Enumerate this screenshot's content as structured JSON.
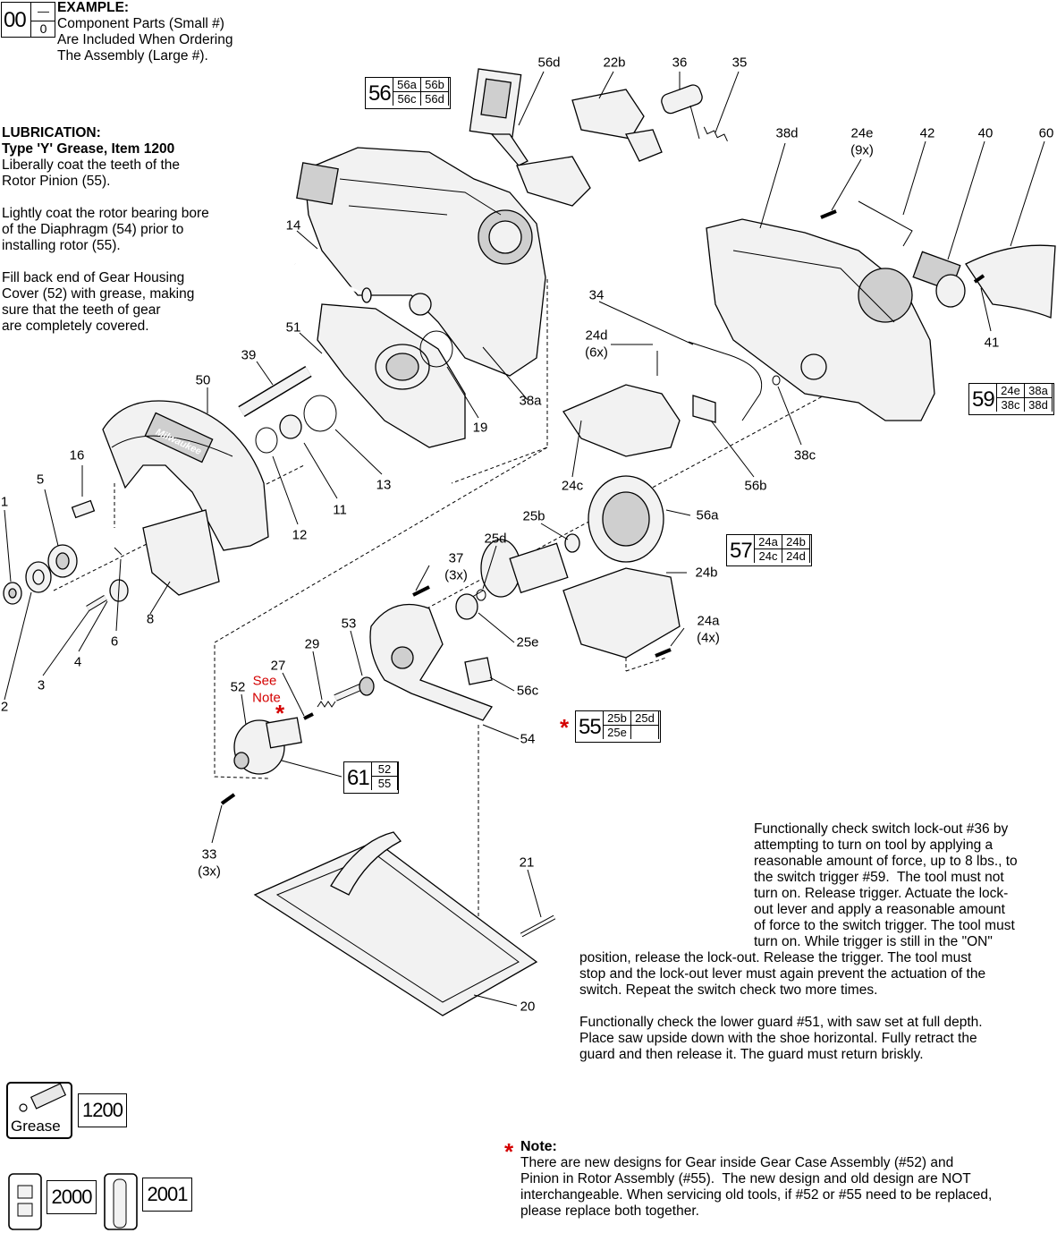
{
  "example": {
    "big": "00",
    "small_top": "—",
    "small_bottom": "0",
    "title": "EXAMPLE:",
    "line1": "Component Parts (Small #)",
    "line2": "Are Included When Ordering",
    "line3": "The Assembly (Large #)."
  },
  "lubrication": {
    "title": "LUBRICATION:",
    "subtitle": "Type 'Y' Grease, Item 1200",
    "p1_l1": "Liberally coat the teeth of the",
    "p1_l2": "Rotor Pinion (55).",
    "p2_l1": "Lightly coat the rotor bearing bore",
    "p2_l2": "of the Diaphragm (54) prior to",
    "p2_l3": "installing rotor (55).",
    "p3_l1": "Fill back end of Gear Housing",
    "p3_l2": "Cover (52) with grease, making",
    "p3_l3": "sure that the teeth of gear",
    "p3_l4": "are completely covered."
  },
  "assemblies": {
    "a56": {
      "num": "56",
      "parts": [
        "56a",
        "56b",
        "56c",
        "56d"
      ]
    },
    "a59": {
      "num": "59",
      "parts": [
        "24e",
        "38a",
        "38c",
        "38d"
      ]
    },
    "a57": {
      "num": "57",
      "parts": [
        "24a",
        "24b",
        "24c",
        "24d"
      ]
    },
    "a55": {
      "num": "55",
      "parts": [
        "25b",
        "25d",
        "25e",
        ""
      ]
    },
    "a61": {
      "num": "61",
      "parts": [
        "52",
        "55"
      ]
    }
  },
  "labels": {
    "l56d": "56d",
    "l22b": "22b",
    "l36": "36",
    "l35": "35",
    "l38d": "38d",
    "l24e": "24e",
    "l24e_q": "(9x)",
    "l42": "42",
    "l40": "40",
    "l60": "60",
    "l41": "41",
    "l14": "14",
    "l51": "51",
    "l39": "39",
    "l50": "50",
    "l34": "34",
    "l24d": "24d",
    "l24d_q": "(6x)",
    "l38a": "38a",
    "l19": "19",
    "l13": "13",
    "l11": "11",
    "l12": "12",
    "l16": "16",
    "l5": "5",
    "l1": "1",
    "l2": "2",
    "l3": "3",
    "l4": "4",
    "l6": "6",
    "l8": "8",
    "l24c": "24c",
    "l56b": "56b",
    "l38c": "38c",
    "l56a": "56a",
    "l25b": "25b",
    "l25d": "25d",
    "l24b": "24b",
    "l37": "37",
    "l37_q": "(3x)",
    "l24a": "24a",
    "l24a_q": "(4x)",
    "l25e": "25e",
    "l53": "53",
    "l29": "29",
    "l27": "27",
    "l52": "52",
    "l56c": "56c",
    "l54": "54",
    "l33": "33",
    "l33_q": "(3x)",
    "l21": "21",
    "l20": "20"
  },
  "see_note": {
    "line1": "See",
    "line2": "Note",
    "star": "*"
  },
  "switch_check": {
    "l1": "Functionally check switch lock-out #36 by",
    "l2": "attempting to turn on tool by applying a",
    "l3": "reasonable amount of force, up to 8 lbs., to",
    "l4": "the switch trigger #59.  The tool must not",
    "l5": "turn on. Release trigger. Actuate the lock-",
    "l6": "out lever and apply a reasonable amount",
    "l7": "of force to the switch trigger. The tool must",
    "l8": "turn on. While trigger is still in the \"ON\"",
    "l9": "position, release the lock-out. Release the trigger. The tool must",
    "l10": "stop and the lock-out lever must again prevent the actuation of the",
    "l11": "switch. Repeat the switch check two more times."
  },
  "guard_check": {
    "l1": "Functionally check the lower guard #51, with saw set at full depth.",
    "l2": "Place saw upside down with the shoe horizontal. Fully retract the",
    "l3": "guard and then release it. The guard must return briskly."
  },
  "tools": {
    "grease_label": "Grease",
    "grease_num": "1200",
    "tool1_num": "2000",
    "tool2_num": "2001"
  },
  "note": {
    "star": "*",
    "title": "Note:",
    "l1": "There are new designs for Gear inside Gear Case Assembly (#52) and",
    "l2": "Pinion in Rotor Assembly (#55).  The new design and old design are NOT",
    "l3": "interchangeable. When servicing old tools, if #52 or #55 need to be replaced,",
    "l4": "please replace both together."
  },
  "brand_mark": "Milwaukee"
}
